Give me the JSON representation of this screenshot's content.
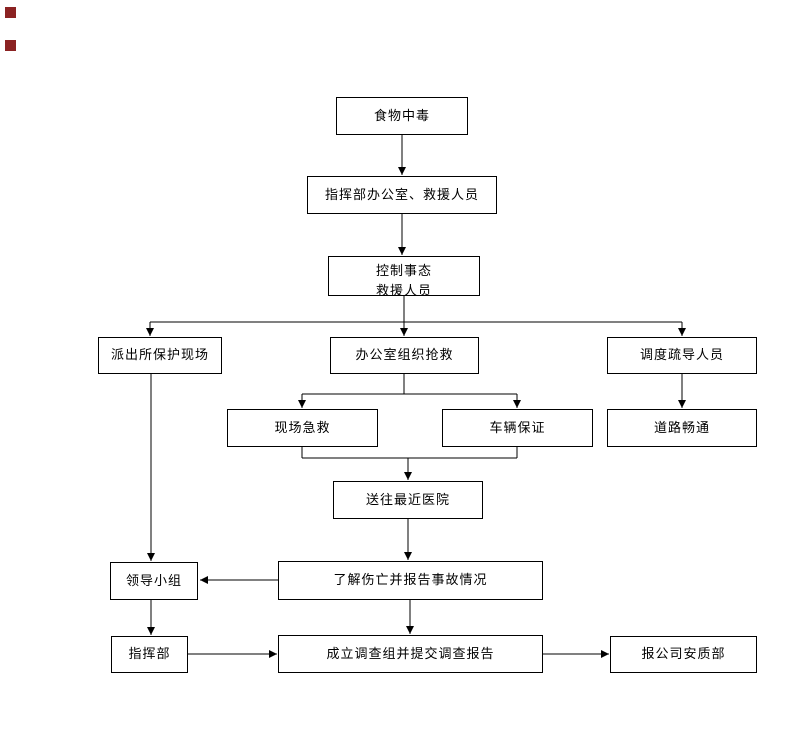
{
  "diagram_type": "flowchart",
  "colors": {
    "background": "#ffffff",
    "box_fill": "#ffffff",
    "box_border": "#000000",
    "line": "#000000",
    "text": "#000000",
    "corner_marker": "#8b2222"
  },
  "nodes": {
    "food_poisoning": {
      "label": "食物中毒"
    },
    "command_office": {
      "label": "指挥部办公室、救援人员"
    },
    "control_situation": {
      "label": "控制事态",
      "label2": "救援人员",
      "note": "second line clipped by box bottom edge"
    },
    "police_protect_scene": {
      "label": "派出所保护现场"
    },
    "office_rescue": {
      "label": "办公室组织抢救"
    },
    "dispatch_personnel": {
      "label": "调度疏导人员"
    },
    "onsite_first_aid": {
      "label": "现场急救"
    },
    "vehicle_guarantee": {
      "label": "车辆保证"
    },
    "road_clear": {
      "label": "道路畅通"
    },
    "nearest_hospital": {
      "label": "送往最近医院"
    },
    "leading_group": {
      "label": "领导小组"
    },
    "casualty_report": {
      "label": "了解伤亡并报告事故情况"
    },
    "headquarters": {
      "label": "指挥部"
    },
    "investigation_team": {
      "label": "成立调查组并提交调查报告"
    },
    "report_safety_dept": {
      "label": "报公司安质部"
    }
  },
  "edges": [
    {
      "from": "food_poisoning",
      "to": "command_office"
    },
    {
      "from": "command_office",
      "to": "control_situation"
    },
    {
      "from": "control_situation",
      "to": "police_protect_scene"
    },
    {
      "from": "control_situation",
      "to": "office_rescue"
    },
    {
      "from": "control_situation",
      "to": "dispatch_personnel"
    },
    {
      "from": "office_rescue",
      "to": "onsite_first_aid"
    },
    {
      "from": "office_rescue",
      "to": "vehicle_guarantee"
    },
    {
      "from": "dispatch_personnel",
      "to": "road_clear"
    },
    {
      "from": "onsite_first_aid",
      "to": "nearest_hospital"
    },
    {
      "from": "vehicle_guarantee",
      "to": "nearest_hospital"
    },
    {
      "from": "nearest_hospital",
      "to": "casualty_report"
    },
    {
      "from": "casualty_report",
      "to": "leading_group"
    },
    {
      "from": "police_protect_scene",
      "to": "leading_group"
    },
    {
      "from": "leading_group",
      "to": "headquarters"
    },
    {
      "from": "casualty_report",
      "to": "investigation_team"
    },
    {
      "from": "headquarters",
      "to": "investigation_team"
    },
    {
      "from": "investigation_team",
      "to": "report_safety_dept"
    }
  ]
}
